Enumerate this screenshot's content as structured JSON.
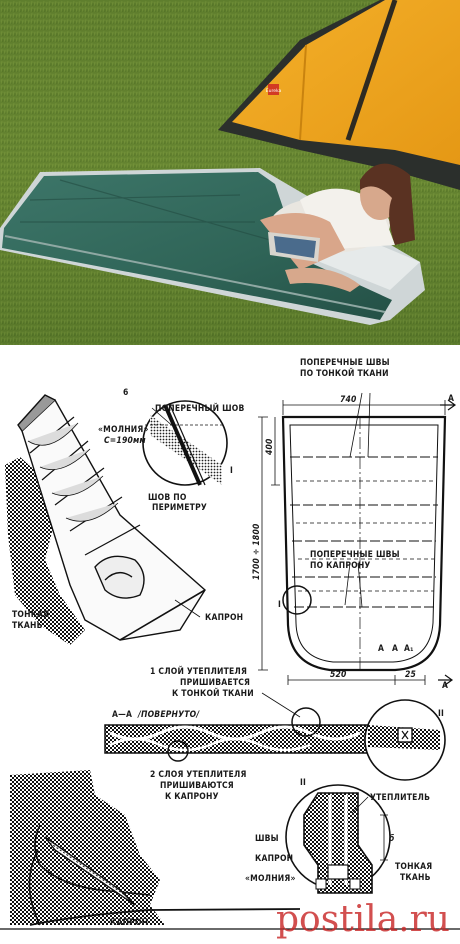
{
  "photo": {
    "tent_logo": "Eureka"
  },
  "diagram": {
    "labels": {
      "transverse_seam": "ПОПЕРЕЧНЫЙ ШОВ",
      "zipper": "«МОЛНИЯ»",
      "zipper_length": "С=190мм",
      "dim_6": "6",
      "seam_perimeter_1": "ШОВ ПО",
      "seam_perimeter_2": "ПЕРИМЕТРУ",
      "thin_fabric_1": "ТОНКАЯ",
      "thin_fabric_2": "ТКАНЬ",
      "kapron": "КАПРОН",
      "roman_1": "I",
      "roman_2": "II",
      "transverse_thin_1": "ПОПЕРЕЧНЫЕ ШВЫ",
      "transverse_thin_2": "ПО ТОНКОЙ ТКАНИ",
      "transverse_kapron_1": "ПОПЕРЕЧНЫЕ ШВЫ",
      "transverse_kapron_2": "ПО КАПРОНУ",
      "dim_740": "740",
      "dim_400": "400",
      "dim_length": "1700 ÷ 1800",
      "dim_520": "520",
      "dim_25": "25",
      "section_a": "А",
      "section_a1": "А₁",
      "section_mark": "А",
      "layer1_1": "1 СЛОЙ УТЕПЛИТЕЛЯ",
      "layer1_2": "ПРИШИВАЕТСЯ",
      "layer1_3": "К ТОНКОЙ ТКАНИ",
      "section_title": "А—А",
      "rotated": "/ПОВЕРНУТО/",
      "layer2_1": "2 СЛОЯ УТЕПЛИТЕЛЯ",
      "layer2_2": "ПРИШИВАЮТСЯ",
      "layer2_3": "К КАПРОНУ",
      "insulation": "УТЕПЛИТЕЛЬ",
      "seams": "ШВЫ",
      "kapron_2": "КАПРОН",
      "zipper_2": "«МОЛНИЯ»",
      "thin_fabric_3": "ТОНКАЯ",
      "thin_fabric_4": "ТКАНЬ",
      "kapron_3": "КАПРОН",
      "dim_b": "б"
    }
  },
  "watermark": "postila.ru"
}
